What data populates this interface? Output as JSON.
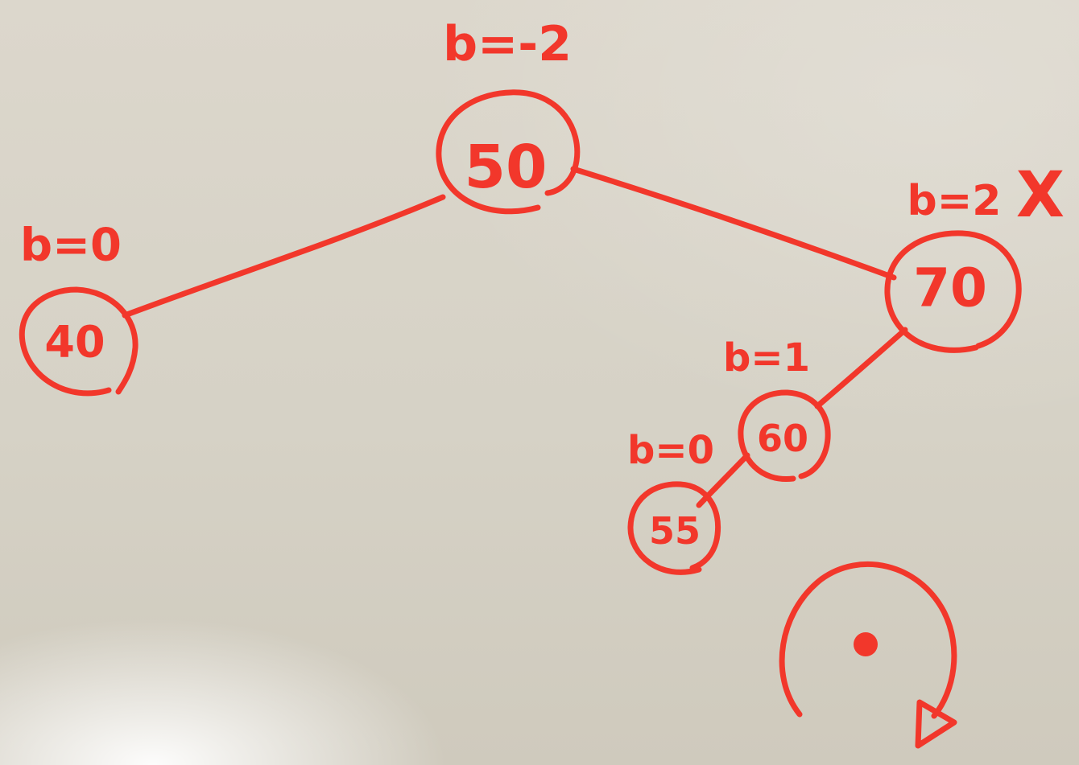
{
  "tree": {
    "nodes": [
      {
        "id": "n50",
        "value": "50",
        "balance": "b=-2"
      },
      {
        "id": "n40",
        "value": "40",
        "balance": "b=0"
      },
      {
        "id": "n70",
        "value": "70",
        "balance": "b=2"
      },
      {
        "id": "n60",
        "value": "60",
        "balance": "b=1"
      },
      {
        "id": "n55",
        "value": "55",
        "balance": "b=0"
      }
    ],
    "edges": [
      {
        "from": "n50",
        "to": "n40"
      },
      {
        "from": "n50",
        "to": "n70"
      },
      {
        "from": "n70",
        "to": "n60"
      },
      {
        "from": "n60",
        "to": "n55"
      }
    ],
    "marked_node": "n70",
    "mark": "X"
  },
  "rotation_symbol": "rotation-arrow-icon",
  "colors": {
    "ink": "#f2372b",
    "board": "#d8d3c8"
  }
}
